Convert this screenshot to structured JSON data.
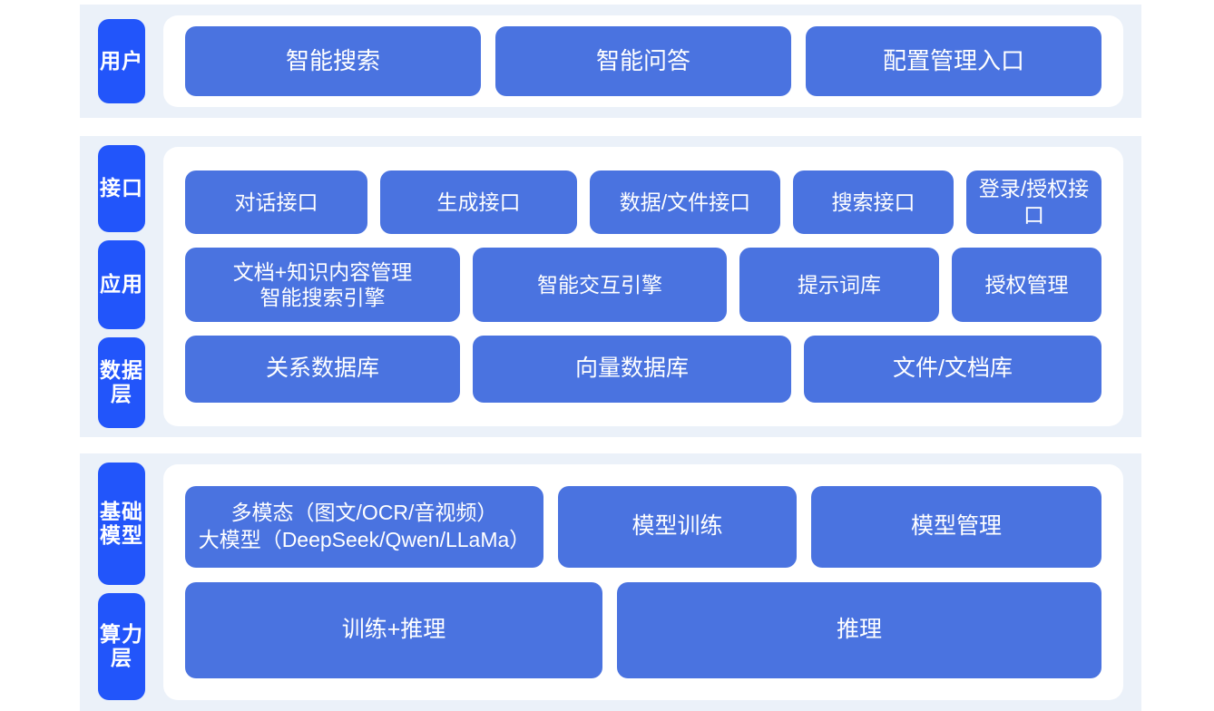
{
  "theme": {
    "panel_bg": "#EBF1F9",
    "card_bg": "#FFFFFF",
    "box_fill": "#4A73E0",
    "chip_fill": "#2255FA",
    "text_on_blue": "#FFFFFF",
    "page_bg": "#FFFFFF"
  },
  "sections": [
    {
      "labels": [
        "用户"
      ],
      "rows": [
        {
          "boxes": [
            "智能搜索",
            "智能问答",
            "配置管理入口"
          ]
        }
      ]
    },
    {
      "labels": [
        "接口",
        "应用",
        "数据层"
      ],
      "rows": [
        {
          "boxes": [
            "对话接口",
            "生成接口",
            "数据/文件接口",
            "搜索接口",
            "登录/授权接口"
          ]
        },
        {
          "boxes": [
            "文档+知识内容管理\n智能搜索引擎",
            "智能交互引擎",
            "提示词库",
            "授权管理"
          ]
        },
        {
          "boxes": [
            "关系数据库",
            "向量数据库",
            "文件/文档库"
          ]
        }
      ]
    },
    {
      "labels": [
        "基础模型",
        "算力层"
      ],
      "rows": [
        {
          "boxes": [
            "多模态（图文/OCR/音视频）\n大模型（DeepSeek/Qwen/LLaMa）",
            "模型训练",
            "模型管理"
          ]
        },
        {
          "boxes": [
            "训练+推理",
            "推理"
          ]
        }
      ]
    }
  ],
  "labels": {
    "user": "用户",
    "interface": "接口",
    "application": "应用",
    "data_layer": "数据层",
    "base_model": "基础模型",
    "compute_layer": "算力层"
  },
  "user_row": {
    "smart_search": "智能搜索",
    "smart_qa": "智能问答",
    "config_entry": "配置管理入口"
  },
  "interface_row": {
    "dialog_api": "对话接口",
    "generate_api": "生成接口",
    "data_file_api": "数据/文件接口",
    "search_api": "搜索接口",
    "login_auth_api": "登录/授权接口"
  },
  "application_row": {
    "doc_knowledge": "文档+知识内容管理\n智能搜索引擎",
    "interaction_engine": "智能交互引擎",
    "prompt_library": "提示词库",
    "auth_management": "授权管理"
  },
  "data_row": {
    "relational_db": "关系数据库",
    "vector_db": "向量数据库",
    "file_doc_store": "文件/文档库"
  },
  "model_row": {
    "multimodal_llm": "多模态（图文/OCR/音视频）\n大模型（DeepSeek/Qwen/LLaMa）",
    "model_training": "模型训练",
    "model_management": "模型管理"
  },
  "compute_row": {
    "train_infer": "训练+推理",
    "infer": "推理"
  }
}
